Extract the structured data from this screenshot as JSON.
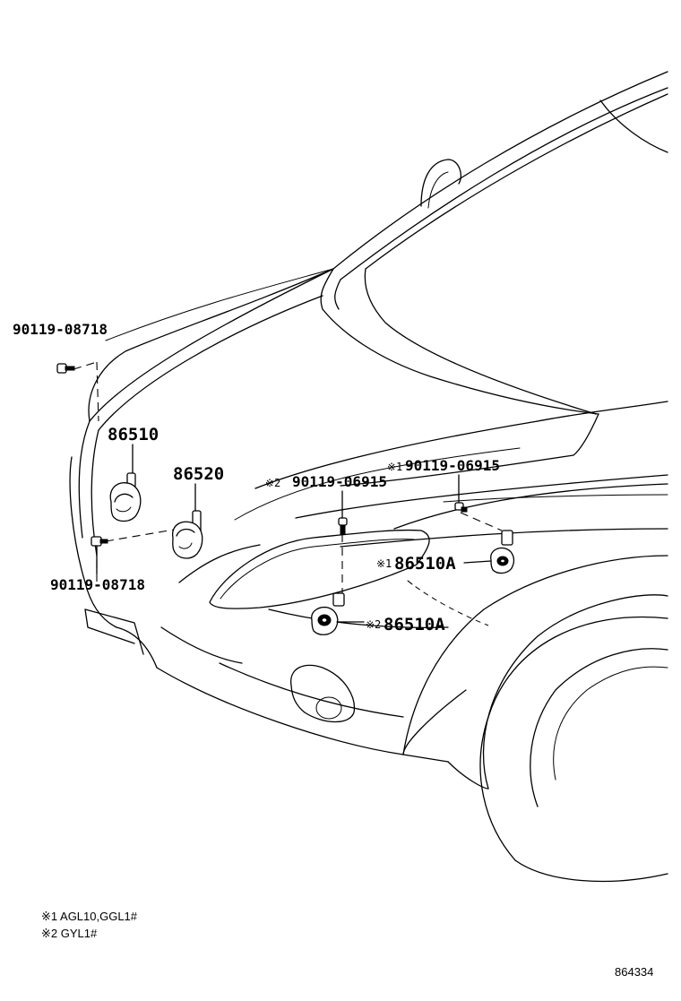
{
  "diagram": {
    "labels": {
      "bolt_top_left": "90119-08718",
      "horn_high": "86510",
      "horn_low": "86520",
      "bolt_bottom_left": "90119-08718",
      "bolt_center": "90119-06915",
      "bolt_center_mark": "※2",
      "bolt_right": "90119-06915",
      "bolt_right_mark": "※1",
      "horn_right": "86510A",
      "horn_right_mark": "※1",
      "horn_center": "86510A",
      "horn_center_mark": "※2"
    },
    "notes": [
      "※1 AGL10,GGL1#",
      "※2 GYL1#"
    ],
    "diagram_code": "864334"
  }
}
